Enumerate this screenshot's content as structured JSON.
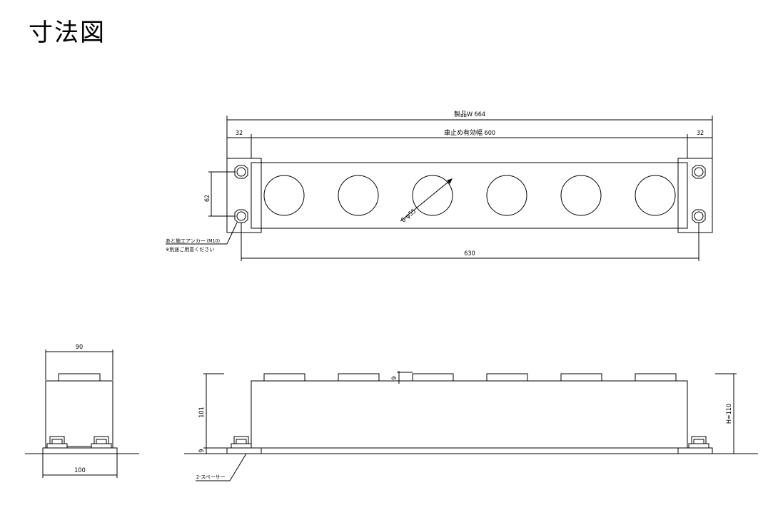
{
  "page_title": "寸法図",
  "top_view": {
    "overall_width_label": "製品W 664",
    "effective_width_label": "車止め有効幅 600",
    "left_margin": "32",
    "right_margin": "32",
    "anchor_pitch_vertical": "62",
    "hole_spec": "6-φ55",
    "anchor_span": "630",
    "anchor_note_line1": "あと施工アンカー (M10)",
    "anchor_note_line2": "※別途ご用意ください"
  },
  "side_view": {
    "top_width": "90",
    "base_width": "100"
  },
  "front_view": {
    "body_height": "101",
    "spacer_height": "9",
    "cap_height": "9",
    "total_height": "H=110",
    "spacer_note": "2-スペーサー"
  }
}
